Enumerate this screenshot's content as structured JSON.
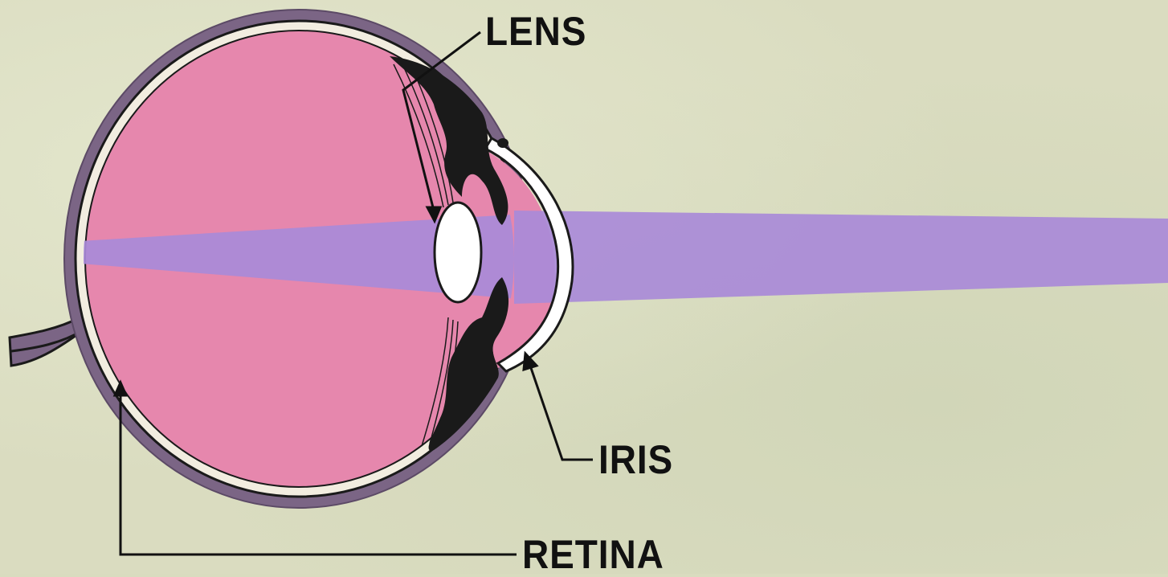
{
  "diagram": {
    "labels": {
      "lens": "LENS",
      "iris": "IRIS",
      "retina": "RETINA"
    },
    "colors": {
      "background": "#dadcc0",
      "sclera": "#7b6585",
      "vitreous": "#e687ad",
      "light_beam": "#a98ad8",
      "lens": "#ffffff",
      "ciliary_body": "#1a1a1a",
      "leader_lines": "#111111"
    }
  }
}
